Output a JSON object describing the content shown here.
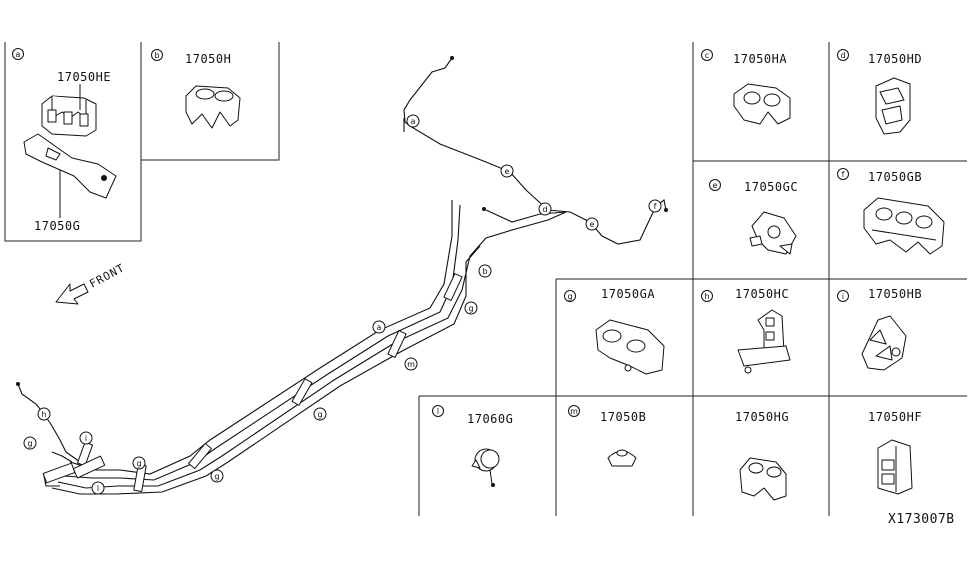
{
  "parts": [
    {
      "key": "a",
      "letter": "a",
      "number": "17050HE"
    },
    {
      "key": "a2",
      "letter": "",
      "number": "17050G"
    },
    {
      "key": "b",
      "letter": "b",
      "number": "17050H"
    },
    {
      "key": "c",
      "letter": "c",
      "number": "17050HA"
    },
    {
      "key": "d",
      "letter": "d",
      "number": "17050HD"
    },
    {
      "key": "e",
      "letter": "e",
      "number": "17050GC"
    },
    {
      "key": "f",
      "letter": "f",
      "number": "17050GB"
    },
    {
      "key": "g",
      "letter": "g",
      "number": "17050GA"
    },
    {
      "key": "h",
      "letter": "h",
      "number": "17050HC"
    },
    {
      "key": "i",
      "letter": "i",
      "number": "17050HB"
    },
    {
      "key": "l",
      "letter": "l",
      "number": "17060G"
    },
    {
      "key": "m",
      "letter": "m",
      "number": "17050B"
    },
    {
      "key": "n",
      "letter": "",
      "number": "17050HG"
    },
    {
      "key": "o",
      "letter": "",
      "number": "17050HF"
    }
  ],
  "callouts": [
    "a",
    "b",
    "c",
    "d",
    "e",
    "f",
    "g",
    "h",
    "i",
    "l",
    "m"
  ],
  "front_label": "FRONT",
  "diagram_ref": "X173007B"
}
